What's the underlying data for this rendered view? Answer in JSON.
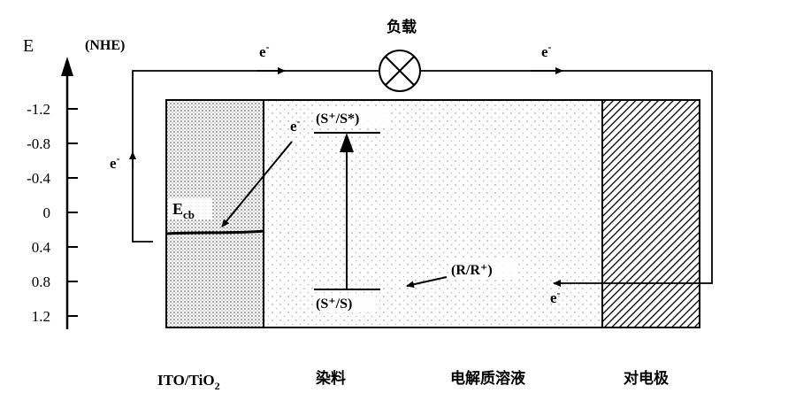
{
  "axis": {
    "label": "E",
    "reference": "(NHE)",
    "ticks": [
      "-1.2",
      "-0.8",
      "-0.4",
      "0",
      "0.4",
      "0.8",
      "1.2"
    ]
  },
  "circuit": {
    "load_label": "负载",
    "electron": "e",
    "electron_sup": "-"
  },
  "levels": {
    "conduction_band": "E",
    "conduction_band_sub": "cb",
    "excited_state": "(S⁺/S*)",
    "ground_state": "(S⁺/S)",
    "redox_couple": "(R/R⁺)"
  },
  "regions": {
    "electrode": "ITO/TiO",
    "electrode_sub": "2",
    "dye": "染料",
    "electrolyte": "电解质溶液",
    "counter_electrode": "对电极"
  }
}
